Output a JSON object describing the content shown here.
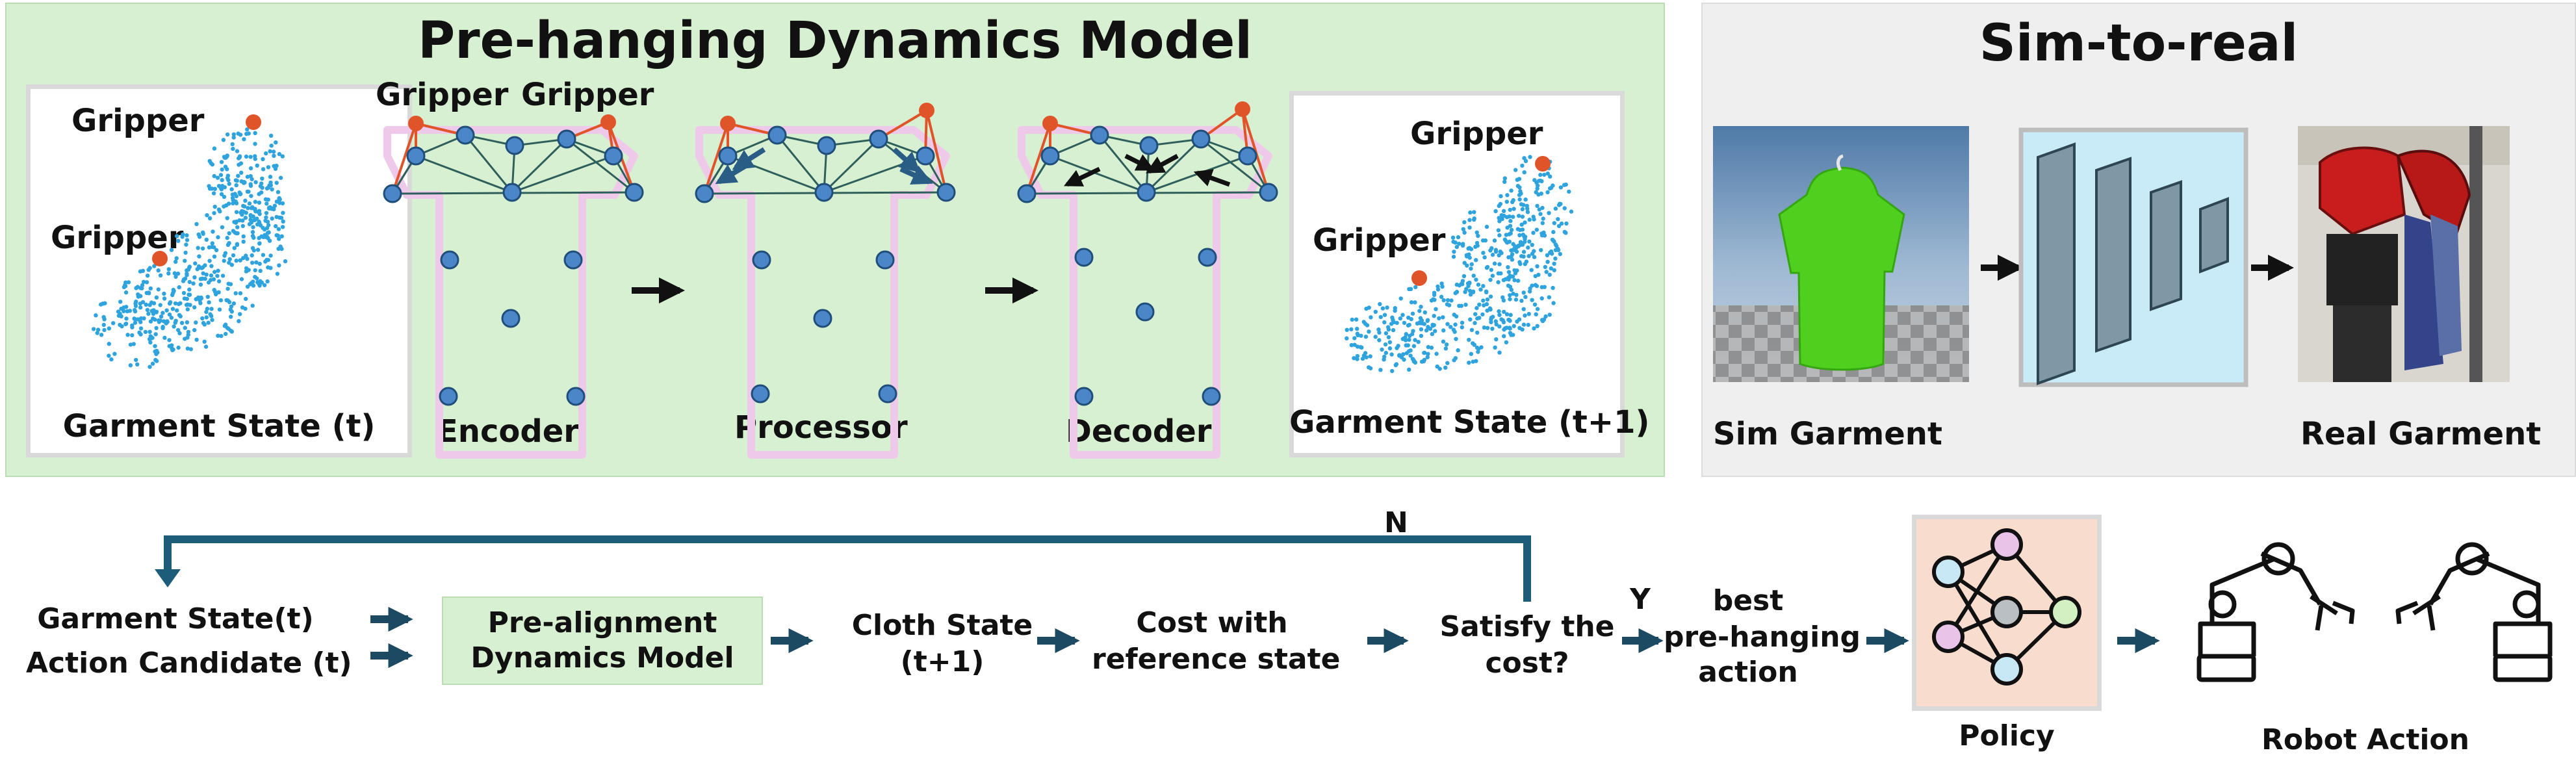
{
  "top_left": {
    "title": "Pre-hanging Dynamics Model",
    "gripper_label": "Gripper",
    "state_t_label": "Garment State (t)",
    "encoder_label": "Encoder",
    "processor_label": "Processor",
    "decoder_label": "Decoder",
    "state_t1_label": "Garment State (t+1)"
  },
  "top_right": {
    "title": "Sim-to-real",
    "sim_label": "Sim Garment",
    "real_label": "Real Garment"
  },
  "bottom": {
    "input_line1": "Garment State(t)",
    "input_line2": "Action Candidate (t)",
    "model_line1": "Pre-alignment",
    "model_line2": "Dynamics Model",
    "cloth_line1": "Cloth State",
    "cloth_line2": "(t+1)",
    "cost_line1": "Cost with",
    "cost_line2": "reference state",
    "satisfy_line1": "Satisfy the",
    "satisfy_line2": "cost?",
    "no_label": "N",
    "yes_label": "Y",
    "best_line1": "best",
    "best_line2": "pre-hanging",
    "best_line3": "action",
    "policy_label": "Policy",
    "robot_label": "Robot Action"
  },
  "colors": {
    "panel_green": "#d8f0d2",
    "panel_gray": "#efefef",
    "node_blue": "#4a86c8",
    "gripper_red": "#e0542a",
    "arrow_dark": "#1c4a63",
    "loop_line": "#1e5d7a",
    "policy_fill": "#f8dccd",
    "cnn_bg": "#c9ebf7"
  }
}
